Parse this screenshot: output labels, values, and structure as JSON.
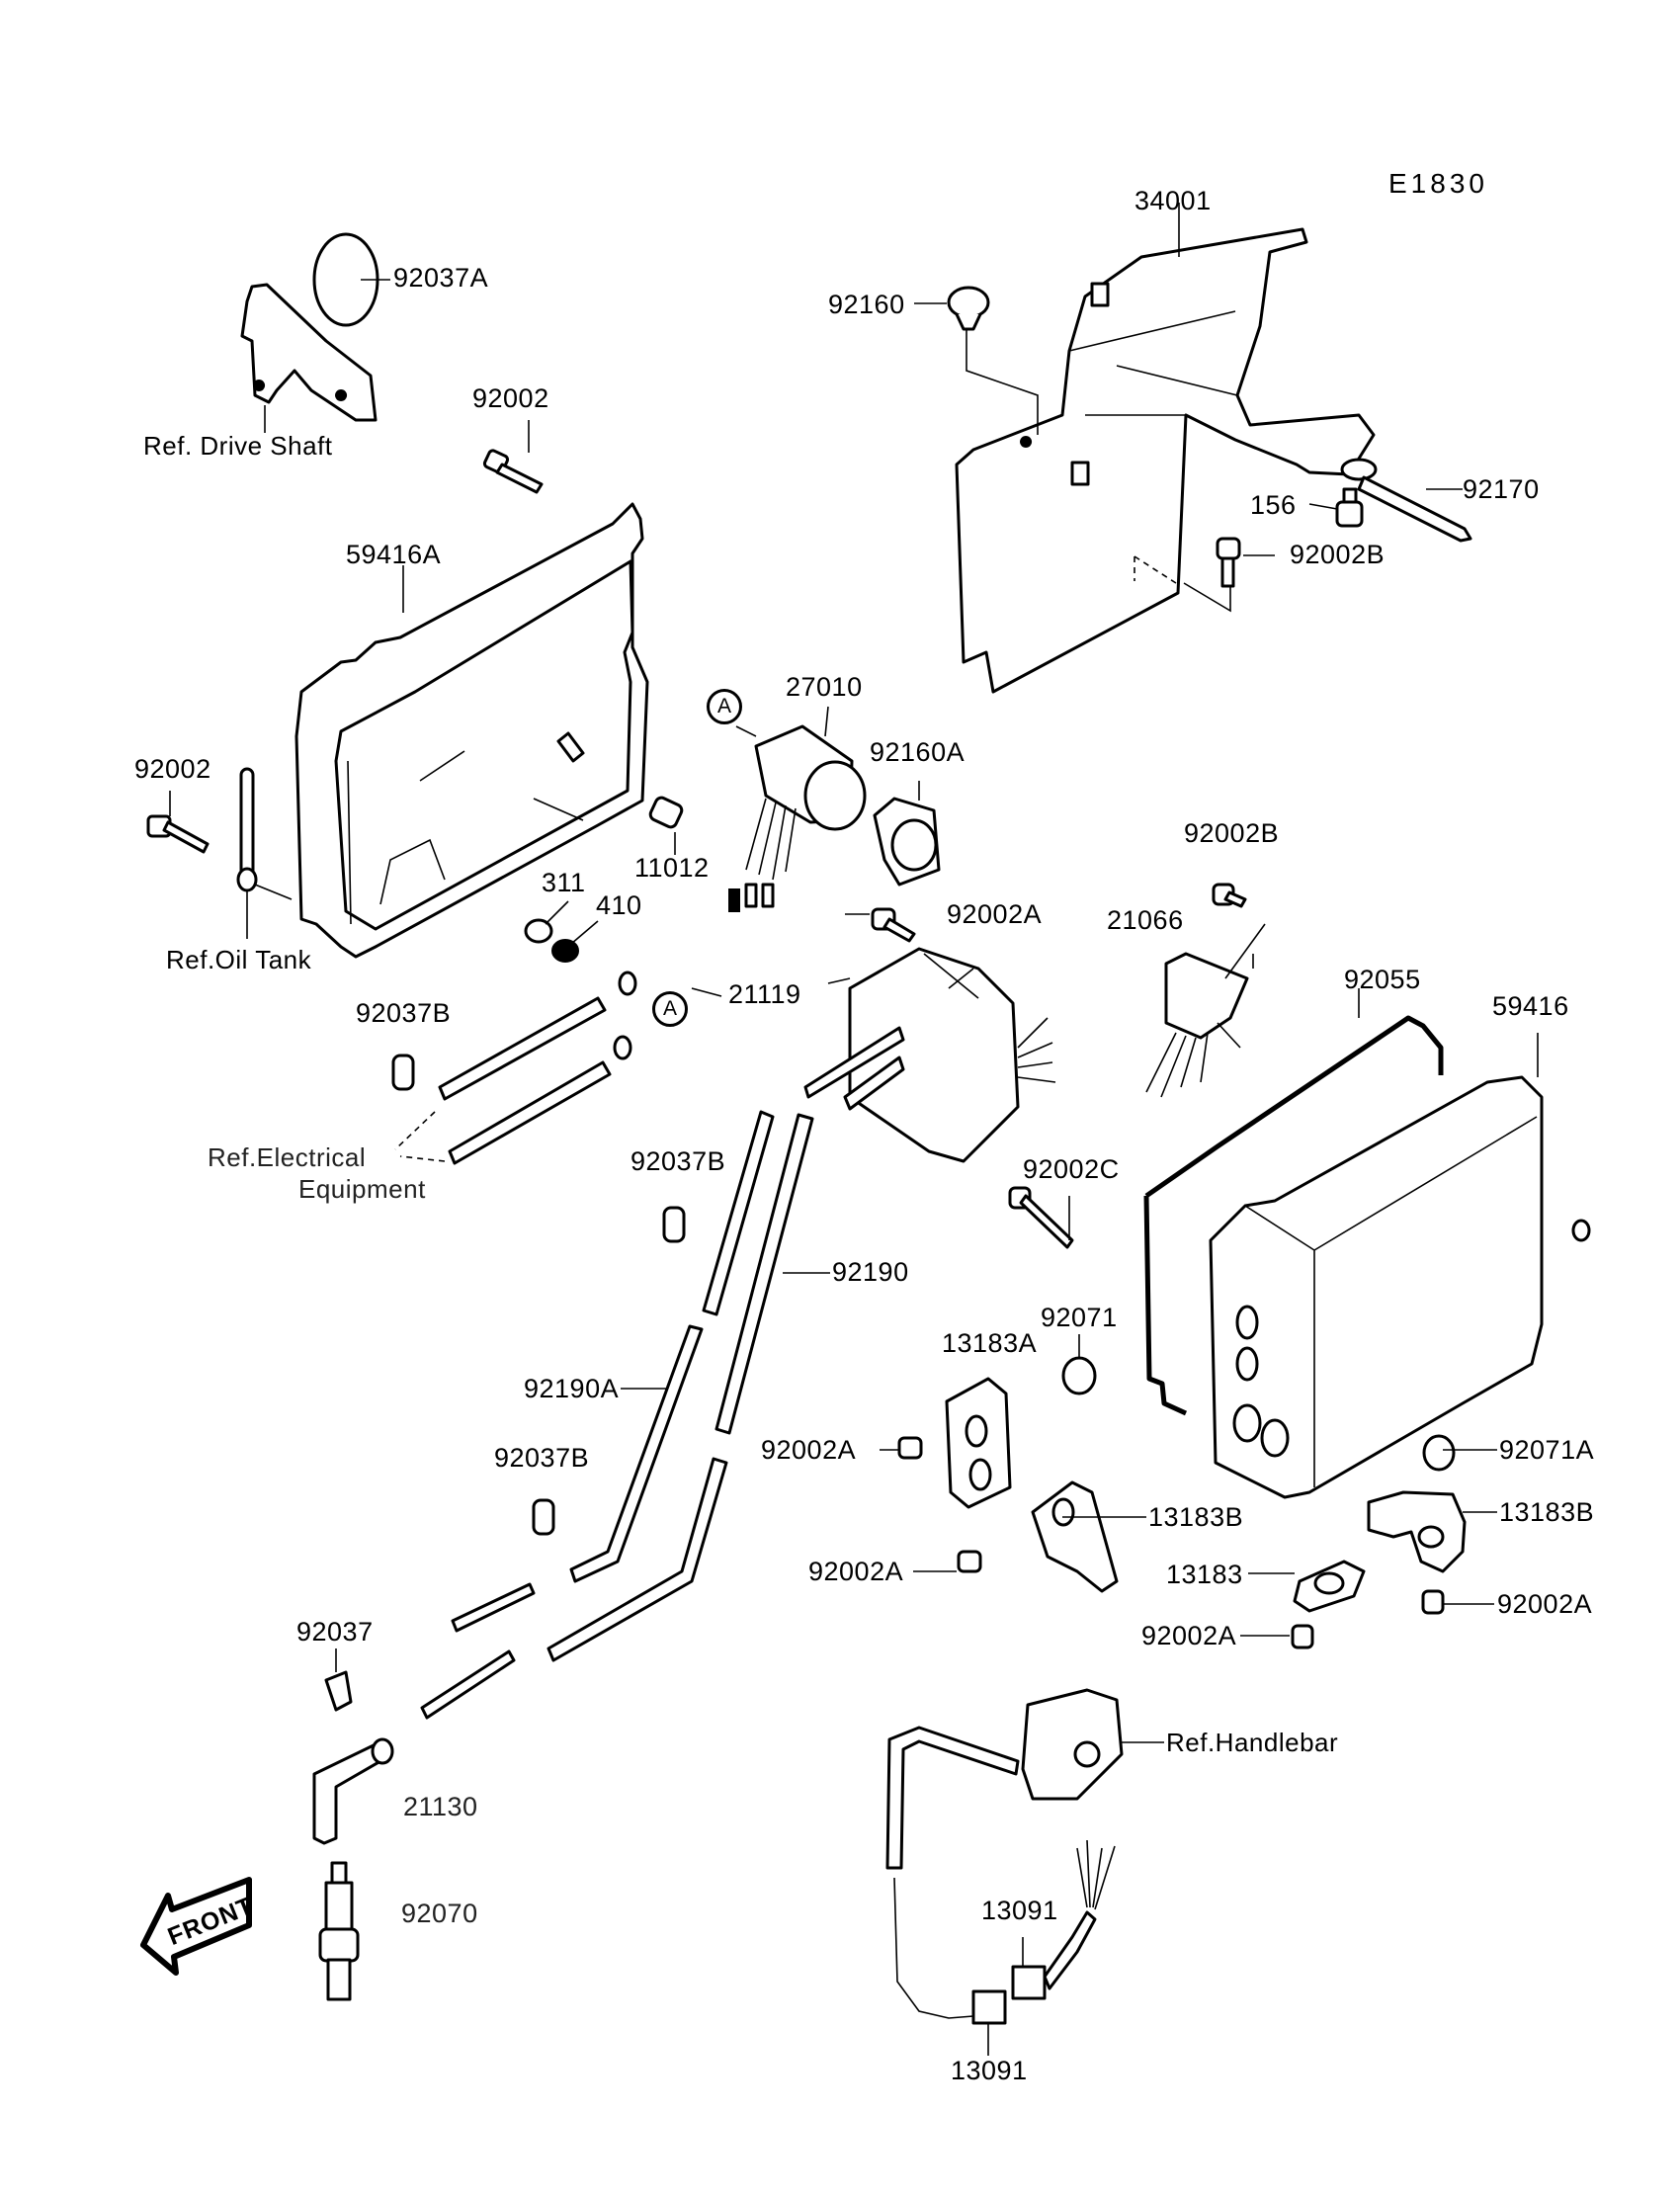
{
  "diagram": {
    "code": "E1830",
    "circle_marker": "A",
    "front_arrow_label": "FRONT",
    "labels": {
      "p34001": "34001",
      "p92160": "92160",
      "p92170": "92170",
      "p156": "156",
      "p92002B_top": "92002B",
      "p92037A": "92037A",
      "ref_drive_shaft": "Ref. Drive Shaft",
      "p92002_top": "92002",
      "p59416A": "59416A",
      "p92002_left": "92002",
      "p11012": "11012",
      "p311": "311",
      "p410": "410",
      "ref_oil_tank": "Ref.Oil Tank",
      "p27010": "27010",
      "p92160A": "92160A",
      "p92002B_mid": "92002B",
      "p21066": "21066",
      "p92002A_coil": "92002A",
      "p21119": "21119",
      "p92055": "92055",
      "p59416": "59416",
      "p92037B_1": "92037B",
      "ref_electrical_1": "Ref.Electrical",
      "ref_electrical_2": "Equipment",
      "p92037B_2": "92037B",
      "p92002C": "92002C",
      "p92190": "92190",
      "p92071": "92071",
      "p13183A": "13183A",
      "p92190A": "92190A",
      "p92002A_1": "92002A",
      "p92071A": "92071A",
      "p92037B_3": "92037B",
      "p13183B_1": "13183B",
      "p13183B_2": "13183B",
      "p92002A_2": "92002A",
      "p13183": "13183",
      "p92002A_3": "92002A",
      "p92002A_4": "92002A",
      "p92037": "92037",
      "ref_handlebar": "Ref.Handlebar",
      "p21130": "21130",
      "p92070": "92070",
      "p13091_upper": "13091",
      "p13091_lower": "13091"
    }
  }
}
